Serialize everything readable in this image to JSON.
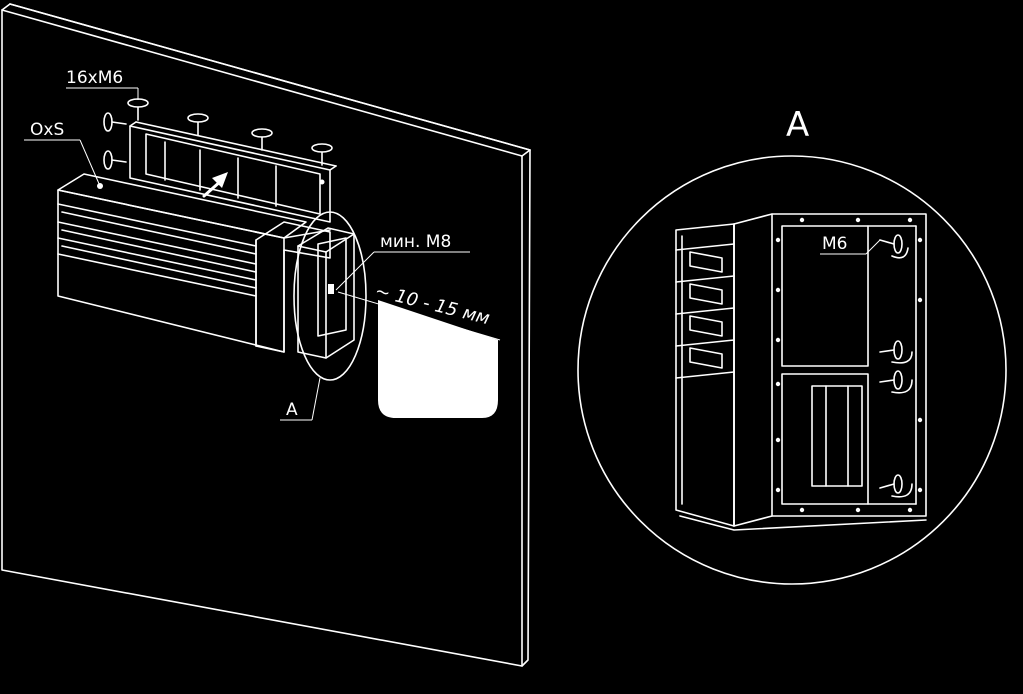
{
  "labels": {
    "bolts": "16xM6",
    "unit": "OxS",
    "min_bolt": "мин. М8",
    "gap": "~ 10 - 15 мм",
    "detail_ref": "A",
    "detail_title": "A",
    "detail_bolt": "M6"
  },
  "colors": {
    "background": "#000000",
    "line": "#ffffff"
  }
}
